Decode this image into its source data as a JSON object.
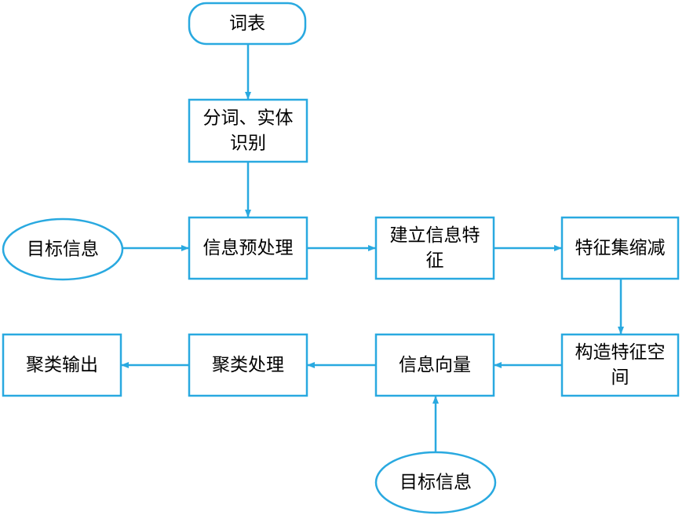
{
  "colors": {
    "border": "#29a9e0",
    "fill": "#ffffff",
    "text": "#000000"
  },
  "nodes": {
    "cibiao": {
      "shape": "terminal",
      "lines": [
        "词表"
      ]
    },
    "fenci": {
      "shape": "process",
      "lines": [
        "分词、实体",
        "识别"
      ]
    },
    "mubiao_left": {
      "shape": "ellipse",
      "lines": [
        "目标信息"
      ]
    },
    "yuchuli": {
      "shape": "process",
      "lines": [
        "信息预处理"
      ]
    },
    "jianli": {
      "shape": "process",
      "lines": [
        "建立信息特",
        "征"
      ]
    },
    "suojian": {
      "shape": "process",
      "lines": [
        "特征集缩减"
      ]
    },
    "gouzao": {
      "shape": "process",
      "lines": [
        "构造特征空",
        "间"
      ]
    },
    "xiangliang": {
      "shape": "process",
      "lines": [
        "信息向量"
      ]
    },
    "julei_chuli": {
      "shape": "process",
      "lines": [
        "聚类处理"
      ]
    },
    "julei_shuchu": {
      "shape": "process",
      "lines": [
        "聚类输出"
      ]
    },
    "mubiao_bottom": {
      "shape": "ellipse",
      "lines": [
        "目标信息"
      ]
    }
  },
  "edges": [
    [
      "cibiao",
      "fenci"
    ],
    [
      "fenci",
      "yuchuli"
    ],
    [
      "mubiao_left",
      "yuchuli"
    ],
    [
      "yuchuli",
      "jianli"
    ],
    [
      "jianli",
      "suojian"
    ],
    [
      "suojian",
      "gouzao"
    ],
    [
      "gouzao",
      "xiangliang"
    ],
    [
      "mubiao_bottom",
      "xiangliang"
    ],
    [
      "xiangliang",
      "julei_chuli"
    ],
    [
      "julei_chuli",
      "julei_shuchu"
    ]
  ]
}
